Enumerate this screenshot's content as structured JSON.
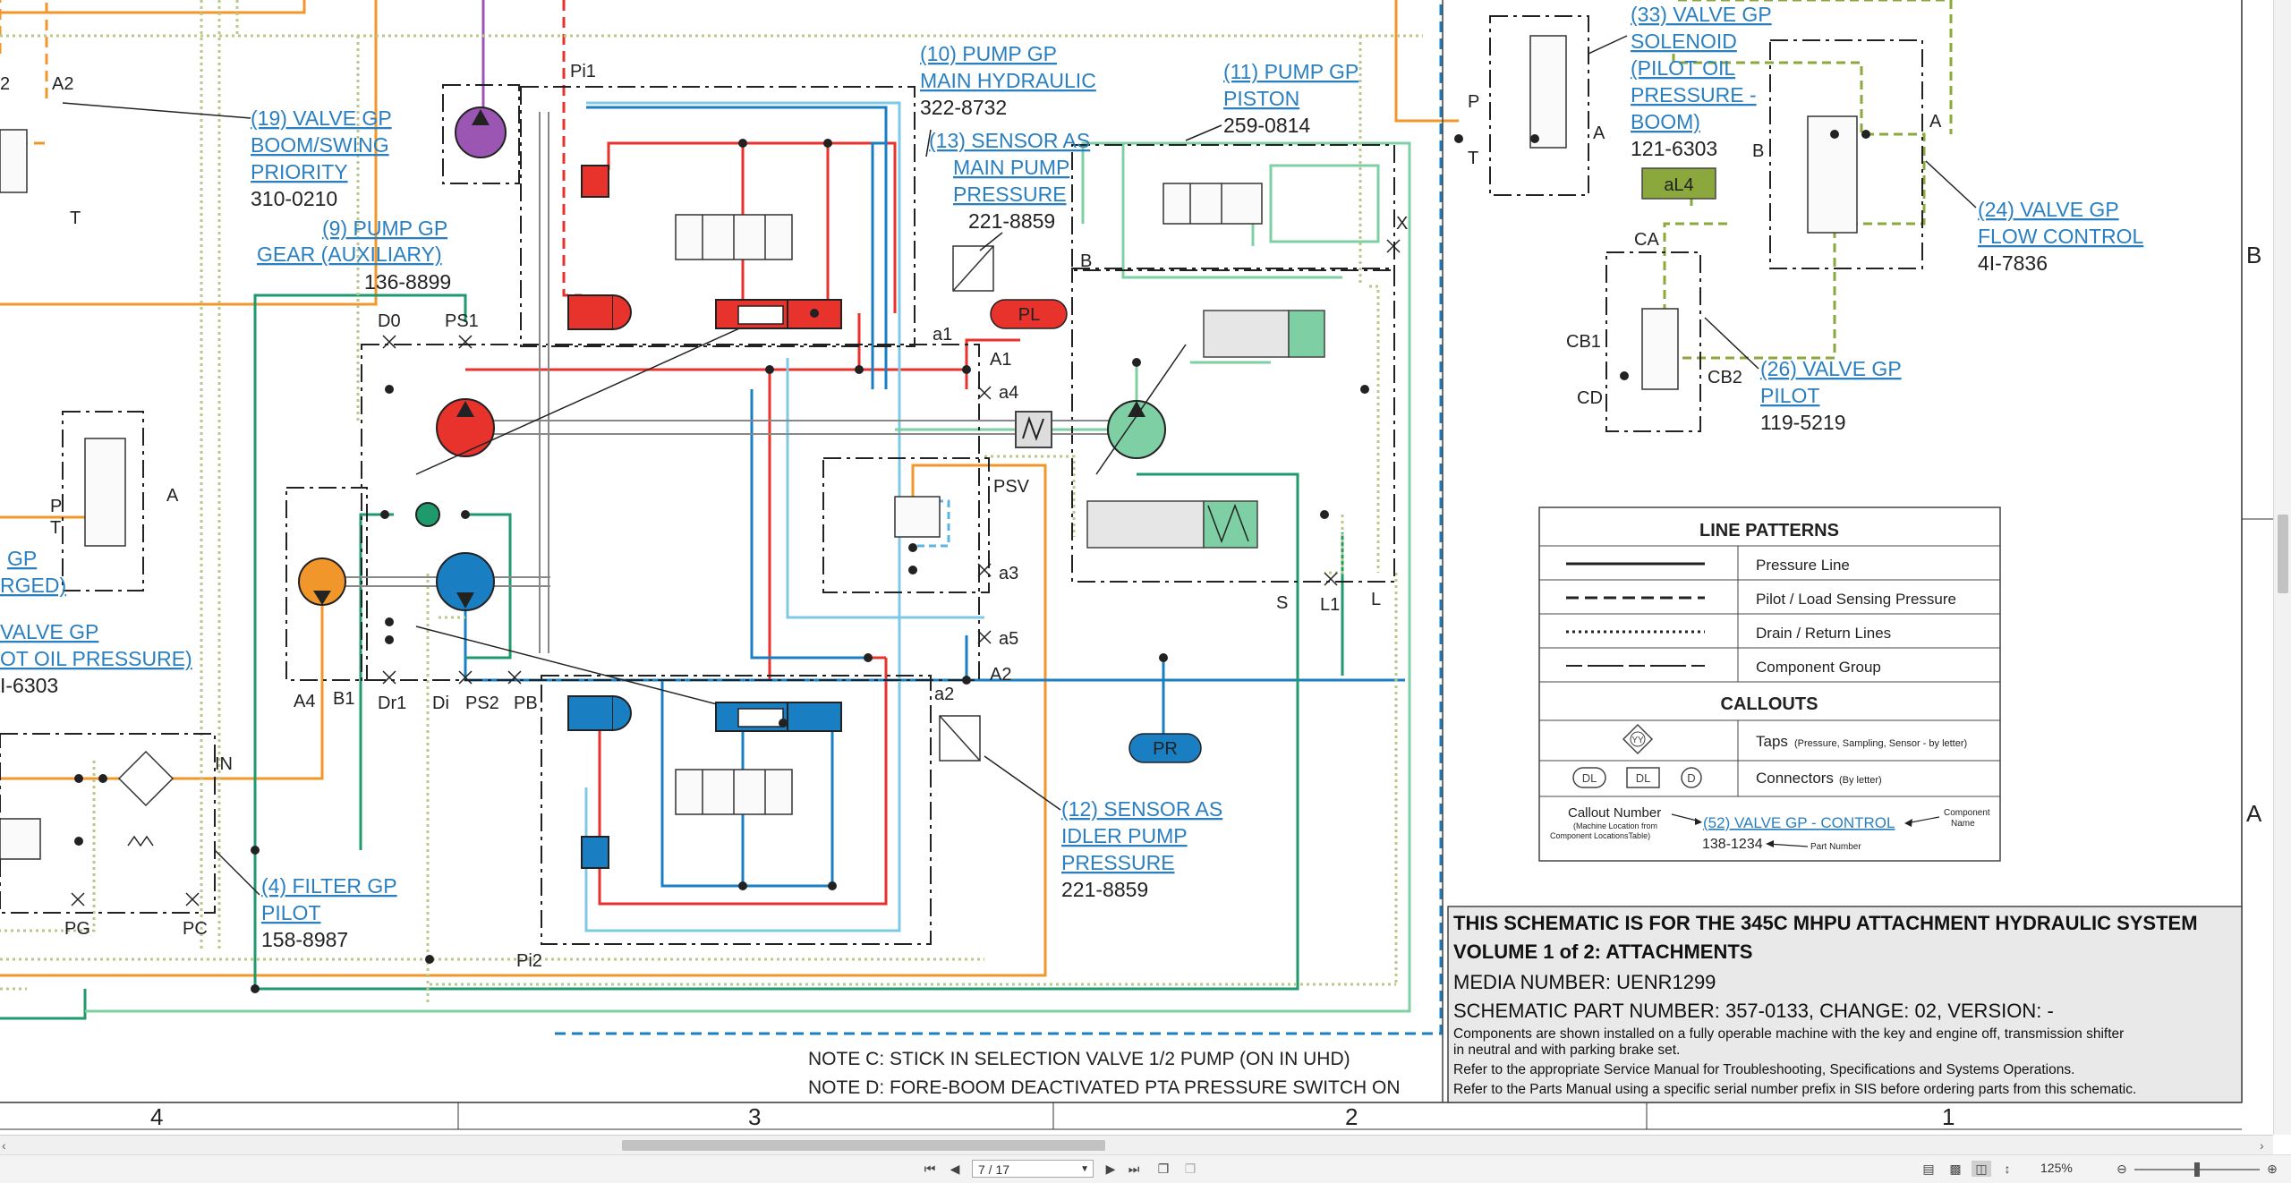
{
  "schematic": {
    "components": {
      "c19": {
        "callout": "(19) VALVE GP",
        "line2": "BOOM/SWING",
        "line3": "PRIORITY",
        "part": "310-0210"
      },
      "c9": {
        "callout": "(9) PUMP GP",
        "line2": "GEAR (AUXILIARY)",
        "part": "136-8899"
      },
      "c10": {
        "callout": "(10) PUMP GP",
        "line2": "MAIN HYDRAULIC",
        "part": "322-8732"
      },
      "c13": {
        "callout": "(13) SENSOR AS",
        "line2": "MAIN PUMP",
        "line3": "PRESSURE",
        "part": "221-8859"
      },
      "c11": {
        "callout": "(11) PUMP GP",
        "line2": "PISTON",
        "part": "259-0814"
      },
      "c33": {
        "callout": "(33) VALVE GP",
        "line2": "SOLENOID",
        "line3": "(PILOT OIL",
        "line4": "PRESSURE -",
        "line5": "BOOM)",
        "part": "121-6303"
      },
      "c24": {
        "callout": "(24) VALVE GP",
        "line2": "FLOW CONTROL",
        "part": "4I-7836"
      },
      "c26": {
        "callout": "(26) VALVE GP",
        "line2": "PILOT",
        "part": "119-5219"
      },
      "c12": {
        "callout": "(12) SENSOR AS",
        "line2": "IDLER PUMP",
        "line3": "PRESSURE",
        "part": "221-8859"
      },
      "c4": {
        "callout": "(4) FILTER GP",
        "line2": "PILOT",
        "part": "158-8987"
      },
      "left_a": {
        "line1": "GP",
        "line2": "RGED)"
      },
      "left_b": {
        "line1": "VALVE GP",
        "line2": "OT OIL PRESSURE)",
        "part": "I-6303"
      }
    },
    "labels": {
      "pi1": "Pi1",
      "pi2": "Pi2",
      "a2_left": "A2",
      "t_left": "T",
      "p_left": "P",
      "t_left2": "T",
      "a_left": "A",
      "d0": "D0",
      "ps1": "PS1",
      "a1": "a1",
      "A1": "A1",
      "a4": "a4",
      "psv": "PSV",
      "a3": "a3",
      "a5": "a5",
      "a2": "a2",
      "A2": "A2",
      "a4c": "A4",
      "b1": "B1",
      "dr1": "Dr1",
      "di": "Di",
      "ps2": "PS2",
      "pb": "PB",
      "b": "B",
      "x": "X",
      "s": "S",
      "l1": "L1",
      "l": "L",
      "p33": "P",
      "t33": "T",
      "a33": "A",
      "b24": "B",
      "a24": "A",
      "ca": "CA",
      "cb1": "CB1",
      "cd": "CD",
      "cb2": "CB2",
      "in": "IN",
      "pg": "PG",
      "pc": "PC",
      "left_2": "2"
    },
    "tags": {
      "pl": "PL",
      "pr": "PR",
      "al4": "aL4"
    },
    "notes": {
      "c": "NOTE C: STICK IN SELECTION VALVE 1/2 PUMP (ON IN UHD)",
      "d": "NOTE D: FORE-BOOM DEACTIVATED PTA PRESSURE SWITCH ON"
    },
    "legend": {
      "title": "LINE PATTERNS",
      "rows": [
        "Pressure Line",
        "Pilot / Load Sensing Pressure",
        "Drain / Return Lines",
        "Component Group"
      ],
      "callouts_title": "CALLOUTS",
      "taps_label": "Taps",
      "taps_small": "(Pressure, Sampling, Sensor - by letter)",
      "taps_symbol": "YY",
      "connectors_label": "Connectors",
      "connectors_small": "(By letter)",
      "connector_symbols": [
        "DL",
        "DL",
        "D"
      ],
      "callout_number": "Callout Number",
      "callout_number_sub1": "(Machine Location from",
      "callout_number_sub2": "Component LocationsTable)",
      "example_callout": "(52) VALVE GP - CONTROL",
      "example_part": "138-1234",
      "component_name1": "Component",
      "component_name2": "Name",
      "part_number": "Part Number"
    },
    "title_block": {
      "line1": "THIS SCHEMATIC IS FOR THE 345C MHPU ATTACHMENT HYDRAULIC SYSTEM",
      "line2": "VOLUME 1 of 2: ATTACHMENTS",
      "line3": "MEDIA NUMBER: UENR1299",
      "line4": "SCHEMATIC PART NUMBER: 357-0133, CHANGE: 02, VERSION: -",
      "line5": "Components are shown installed on a fully operable machine with the key and engine off, transmission shifter",
      "line6": "in neutral and with parking brake set.",
      "line7": "Refer to the appropriate Service Manual for Troubleshooting, Specifications and Systems Operations.",
      "line8": "Refer to the Parts Manual using a specific serial number prefix in SIS before ordering parts from this schematic."
    },
    "grid": {
      "cols": [
        "4",
        "3",
        "2",
        "1"
      ],
      "rows": [
        "B",
        "A"
      ]
    }
  },
  "viewer": {
    "page_indicator": "7 / 17",
    "zoom": "125%"
  },
  "colors": {
    "pressure_red": "#e8322c",
    "pilot_blue": "#1a7fc2",
    "light_blue": "#7fc9e6",
    "orange": "#f0962a",
    "green": "#1e9a6c",
    "mint": "#7fcfa4",
    "olive": "#8aa83c",
    "purple": "#9b55b3",
    "link": "#2a7fc0"
  }
}
